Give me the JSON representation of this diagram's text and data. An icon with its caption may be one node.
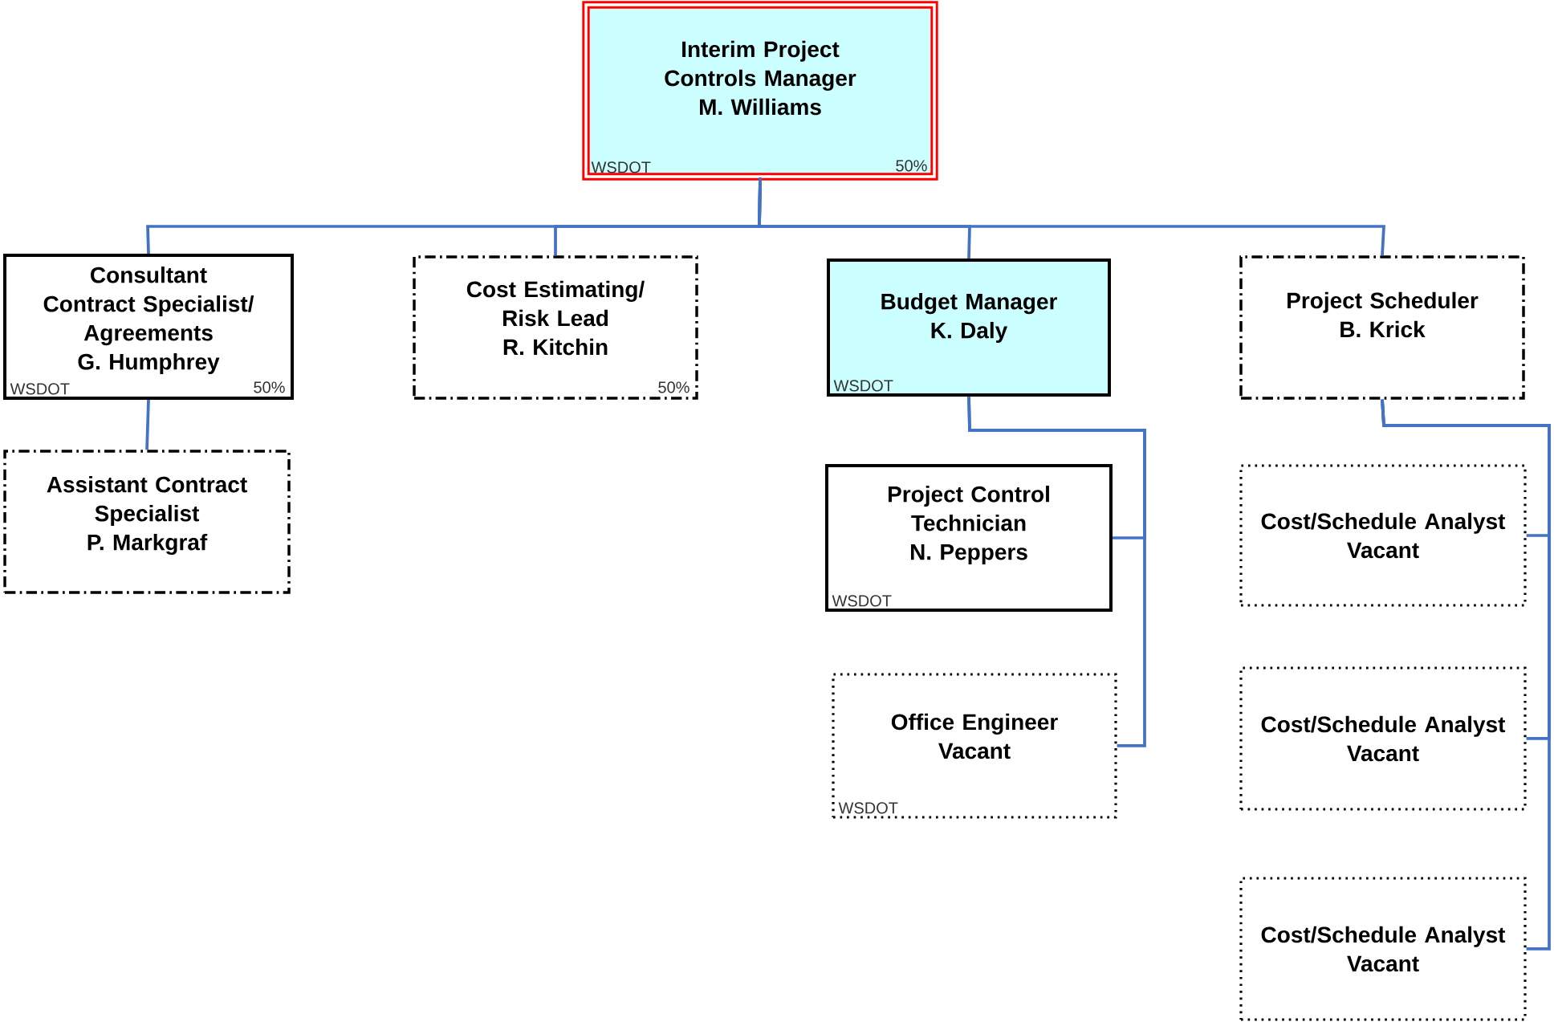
{
  "diagram": {
    "nodes": [
      {
        "text": [
          "Interim Project Controls Manager",
          "M. Williams",
          "WSDOT",
          "50%"
        ]
      },
      {
        "text": [
          "Consultant Contract Specialist/ Agreements",
          "G. Humphrey",
          "WSDOT",
          "50%"
        ]
      },
      {
        "text": [
          "Cost Estimating/ Risk Lead",
          "R. Kitchin",
          "50%"
        ]
      },
      {
        "text": [
          "Budget Manager",
          "K. Daly",
          "WSDOT"
        ]
      },
      {
        "text": [
          "Project Scheduler",
          "B. Krick"
        ]
      },
      {
        "text": [
          "Assistant Contract Specialist",
          "P. Markgraf"
        ]
      },
      {
        "text": [
          "Project Control Technician",
          "N. Peppers",
          "WSDOT"
        ]
      },
      {
        "text": [
          "Office Engineer",
          "Vacant",
          "WSDOT"
        ]
      },
      {
        "text": [
          "Cost/Schedule Analyst",
          "Vacant"
        ]
      },
      {
        "text": [
          "Cost/Schedule Analyst",
          "Vacant"
        ]
      },
      {
        "text": [
          "Cost/Schedule Analyst",
          "Vacant"
        ]
      }
    ],
    "edges": [
      {
        "from": 0,
        "to": 1,
        "arrow": "none"
      },
      {
        "from": 0,
        "to": 2,
        "arrow": "none"
      },
      {
        "from": 0,
        "to": 3,
        "arrow": "none"
      },
      {
        "from": 0,
        "to": 4,
        "arrow": "none"
      },
      {
        "from": 1,
        "to": 5,
        "arrow": "none"
      },
      {
        "from": 3,
        "to": 6,
        "arrow": "none"
      },
      {
        "from": 3,
        "to": 7,
        "arrow": "none"
      },
      {
        "from": 4,
        "to": 8,
        "arrow": "none"
      },
      {
        "from": 4,
        "to": 9,
        "arrow": "none"
      },
      {
        "from": 4,
        "to": 10,
        "arrow": "none"
      }
    ]
  }
}
